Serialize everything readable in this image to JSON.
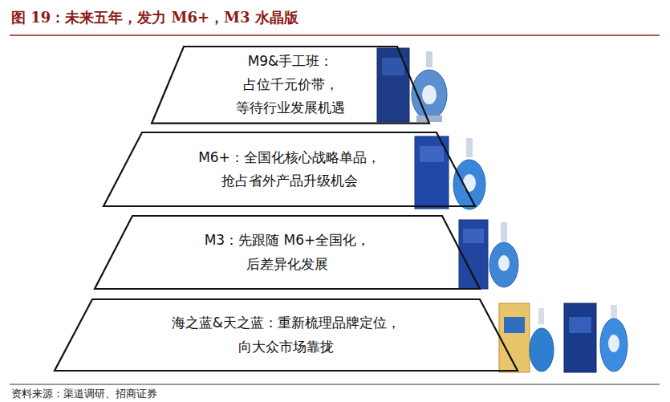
{
  "diagram": {
    "title": "图 19：未来五年，发力 M6+，M3 水晶版",
    "nodes": [
      {
        "text": [
          "M9&手工班： 占位千元价带， 等待行业发展机遇"
        ]
      },
      {
        "text": [
          "M6+：全国化核心战略单品， 抢占省外产品升级机会"
        ]
      },
      {
        "text": [
          "M3：先跟随 M6+全国化， 后差异化发展"
        ]
      },
      {
        "text": [
          "海之蓝&天之蓝：重新梳理品牌定位， 向大众市场靠拢"
        ]
      }
    ],
    "labels": [
      "资料来源：渠道调研、招商证券"
    ]
  }
}
